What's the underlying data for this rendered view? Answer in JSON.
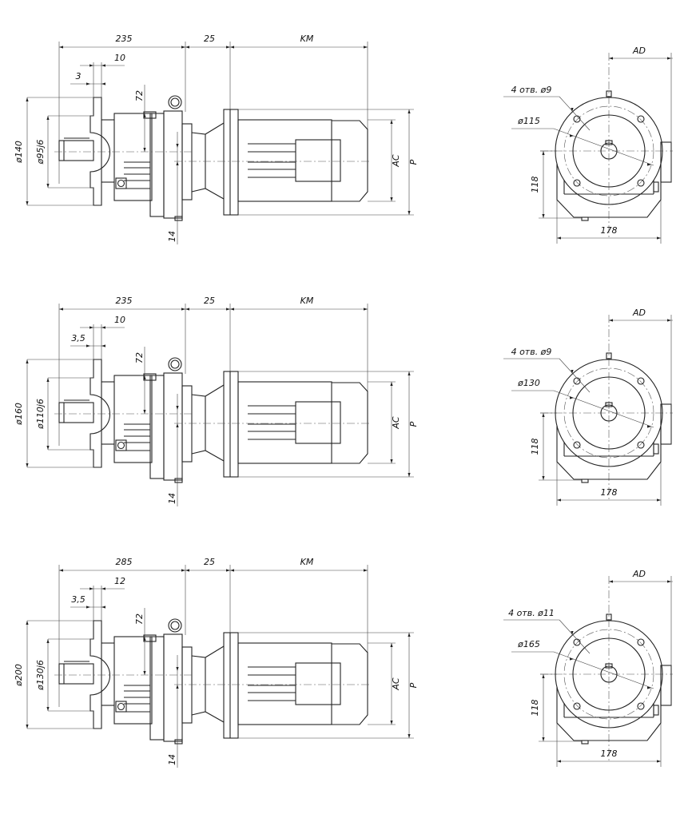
{
  "rows": [
    {
      "overall": "235",
      "mid": "25",
      "motor": "KM",
      "flange_thk": "10",
      "shaft_offset": "3",
      "height72": "72",
      "bottom14": "14",
      "dia_outer": "ø140",
      "dia_spigot": "ø95j6",
      "ac": "AC",
      "p": "P",
      "ad": "AD",
      "holes": "4 отв. ø9",
      "pcd": "ø115",
      "axis_h": "118",
      "width": "178"
    },
    {
      "overall": "235",
      "mid": "25",
      "motor": "KM",
      "flange_thk": "10",
      "shaft_offset": "3,5",
      "height72": "72",
      "bottom14": "14",
      "dia_outer": "ø160",
      "dia_spigot": "ø110j6",
      "ac": "AC",
      "p": "P",
      "ad": "AD",
      "holes": "4 отв. ø9",
      "pcd": "ø130",
      "axis_h": "118",
      "width": "178"
    },
    {
      "overall": "285",
      "mid": "25",
      "motor": "KM",
      "flange_thk": "12",
      "shaft_offset": "3,5",
      "height72": "72",
      "bottom14": "14",
      "dia_outer": "ø200",
      "dia_spigot": "ø130j6",
      "ac": "AC",
      "p": "P",
      "ad": "AD",
      "holes": "4 отв. ø11",
      "pcd": "ø165",
      "axis_h": "118",
      "width": "178"
    }
  ]
}
